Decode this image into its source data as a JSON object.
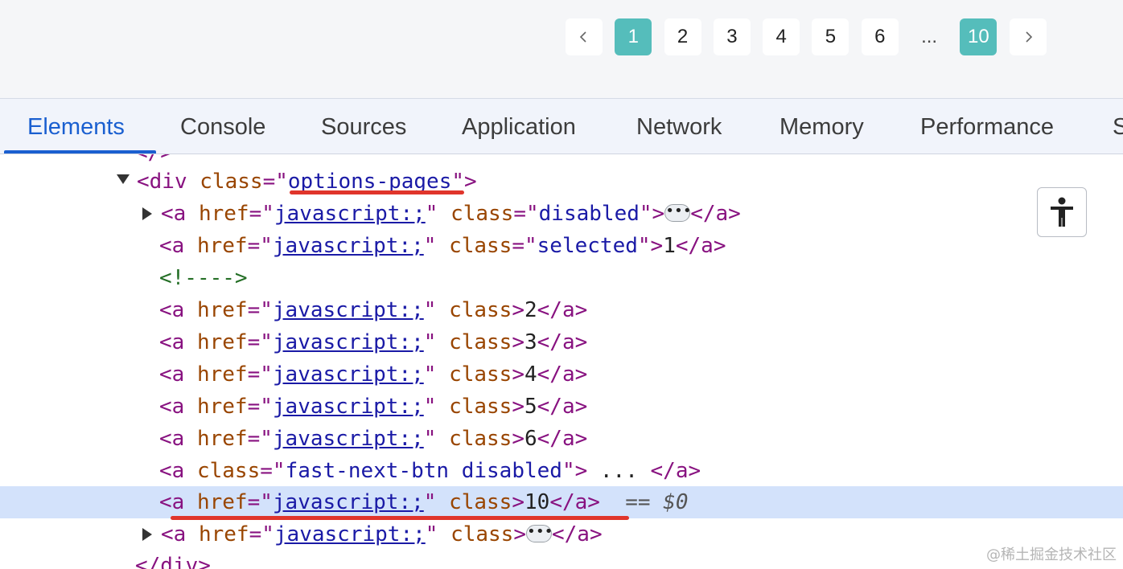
{
  "pagination": {
    "prev_icon": "chevron-left-icon",
    "next_icon": "chevron-right-icon",
    "pages": [
      "1",
      "2",
      "3",
      "4",
      "5",
      "6"
    ],
    "ellipsis": "...",
    "last": "10",
    "current": "1",
    "accent": "#55bdbb"
  },
  "devtools": {
    "tabs": [
      "Elements",
      "Console",
      "Sources",
      "Application",
      "Network",
      "Memory",
      "Performance",
      "S"
    ],
    "active_tab": "Elements",
    "accent": "#1a5fd0"
  },
  "tree": {
    "div_open": {
      "tag_open": "<div",
      "attr": "class",
      "value": "options-pages",
      "tag_close": ">"
    },
    "rows": [
      {
        "kind": "a-href",
        "href": "javascript:;",
        "class_attr": "class=\"disabled\"",
        "content_type": "ellipsis",
        "collapsed": true
      },
      {
        "kind": "a-href",
        "href": "javascript:;",
        "class_attr": "class=\"selected\"",
        "content": "1"
      },
      {
        "kind": "comment",
        "text": "<!---->"
      },
      {
        "kind": "a-href",
        "href": "javascript:;",
        "class_attr": "class",
        "content": "2"
      },
      {
        "kind": "a-href",
        "href": "javascript:;",
        "class_attr": "class",
        "content": "3"
      },
      {
        "kind": "a-href",
        "href": "javascript:;",
        "class_attr": "class",
        "content": "4"
      },
      {
        "kind": "a-href",
        "href": "javascript:;",
        "class_attr": "class",
        "content": "5"
      },
      {
        "kind": "a-href",
        "href": "javascript:;",
        "class_attr": "class",
        "content": "6"
      },
      {
        "kind": "a-class",
        "class_value": "fast-next-btn disabled",
        "content": " ... "
      },
      {
        "kind": "a-href",
        "href": "javascript:;",
        "class_attr": "class",
        "content": "10",
        "selected": true,
        "suffix": "== $0"
      },
      {
        "kind": "a-href",
        "href": "javascript:;",
        "class_attr": "class",
        "content_type": "ellipsis",
        "collapsed": true
      }
    ],
    "div_close": "</div>",
    "selected_row_color": "#d3e2fb",
    "annotation_color": "#e0352b"
  },
  "accessibility_button": {
    "icon": "accessibility-person-icon"
  },
  "watermark": "@稀土掘金技术社区"
}
